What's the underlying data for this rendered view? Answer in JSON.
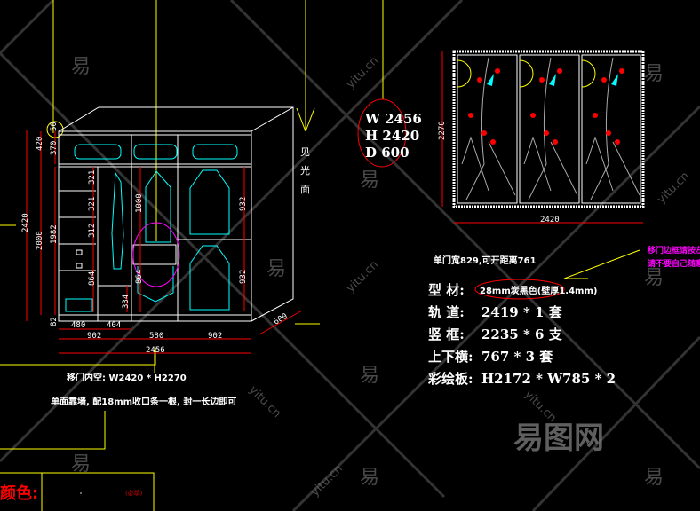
{
  "wardrobe": {
    "side_label": [
      "见",
      "光",
      "面"
    ],
    "dims_vertical": [
      "2420",
      "2000",
      "1982",
      "420",
      "370",
      "321",
      "321",
      "312",
      "864",
      "334",
      "864",
      "1000",
      "932",
      "932",
      "82",
      "50"
    ],
    "dims_horizontal": [
      "480",
      "404",
      "902",
      "580",
      "902",
      "2456",
      "600"
    ]
  },
  "size_tag": {
    "w": "W 2456",
    "h": "H 2420",
    "d": "D 600"
  },
  "door_panel": {
    "height": "2270",
    "width": "2420"
  },
  "door_info": "单门宽829,可开距离761",
  "specs": [
    {
      "label": "型  材:",
      "value": "28mm炭黑色(壁厚1.4mm)"
    },
    {
      "label": "轨  道:",
      "value": "2419 * 1 套"
    },
    {
      "label": "竖  框:",
      "value": "2235 * 6 支"
    },
    {
      "label": "上下横:",
      "value": "767 * 3  套"
    },
    {
      "label": "彩绘板:",
      "value": "H2172 * W785 * 2"
    }
  ],
  "note_magenta": [
    "移门边框请按左",
    "请不要自己随意"
  ],
  "inner_space": "移门内空: W2420 * H2270",
  "wall_note": "单面靠墙, 配18mm收口条一根, 封一长边即可",
  "color_label": "颜色:",
  "required_label": "(必填)",
  "watermark": {
    "char": "易",
    "url": "yitu.cn",
    "brand": "易图网"
  },
  "colors": {
    "line": "#ffffff",
    "dim": "#ff0000",
    "cyan": "#00ffff",
    "yellow": "#ffff00",
    "magenta": "#ff00ff"
  }
}
